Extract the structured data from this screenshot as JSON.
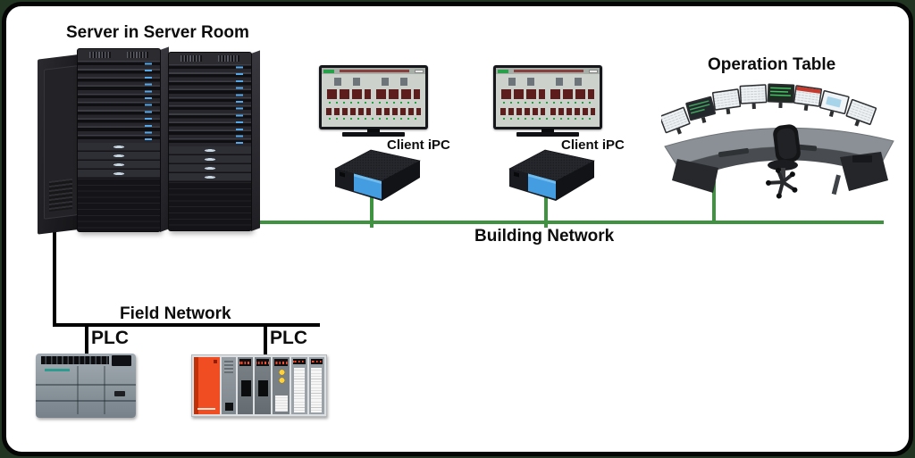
{
  "diagram": {
    "title_server": "Server in Server Room",
    "operation_table": {
      "label": "Operation Table"
    },
    "building_network": {
      "label": "Building Network",
      "color": "#3f9340"
    },
    "field_network": {
      "label": "Field Network",
      "color": "#000000"
    },
    "clients": [
      {
        "label": "Client iPC"
      },
      {
        "label": "Client iPC"
      }
    ],
    "plcs": [
      {
        "label": "PLC"
      },
      {
        "label": "PLC"
      }
    ],
    "colors": {
      "network_line_green": "#3f9340",
      "line_black": "#000000",
      "frame_border": "#000000",
      "frame_outer_green": "#223522",
      "ipc_front_blue": "#449de0"
    }
  }
}
